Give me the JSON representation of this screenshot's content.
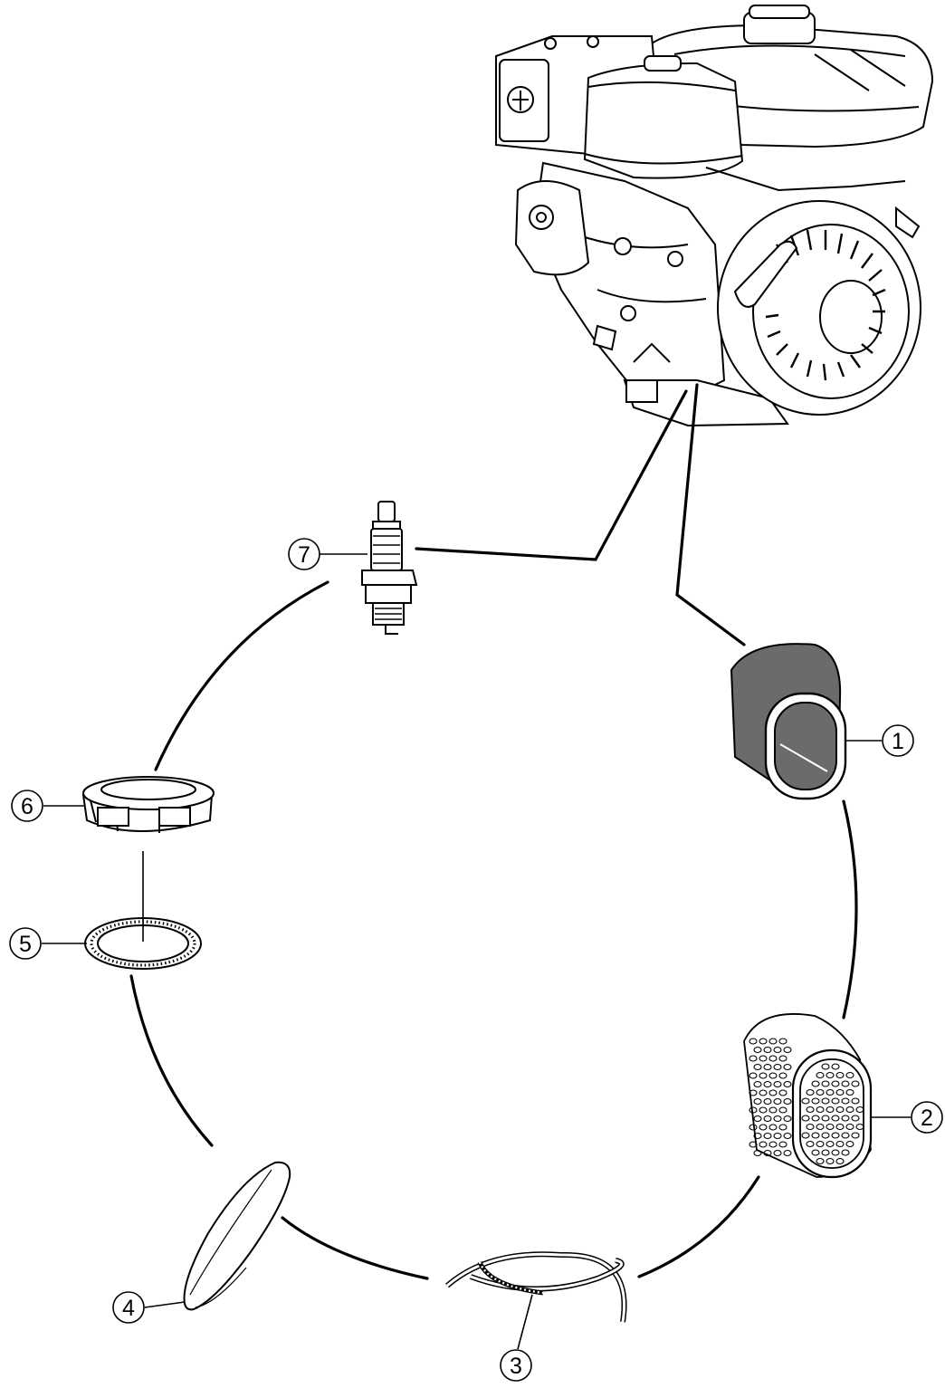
{
  "diagram": {
    "callouts": [
      {
        "id": "1",
        "part": "air-filter-foam-element"
      },
      {
        "id": "2",
        "part": "air-filter-paper-element"
      },
      {
        "id": "3",
        "part": "fuel-hose-clamp-strip"
      },
      {
        "id": "4",
        "part": "oil-dipstick-knob"
      },
      {
        "id": "5",
        "part": "fuel-cap-gasket"
      },
      {
        "id": "6",
        "part": "fuel-tank-cap"
      },
      {
        "id": "7",
        "part": "spark-plug"
      }
    ],
    "colors": {
      "line": "#000000",
      "foam": "#6b6b6b",
      "background": "#ffffff"
    }
  }
}
